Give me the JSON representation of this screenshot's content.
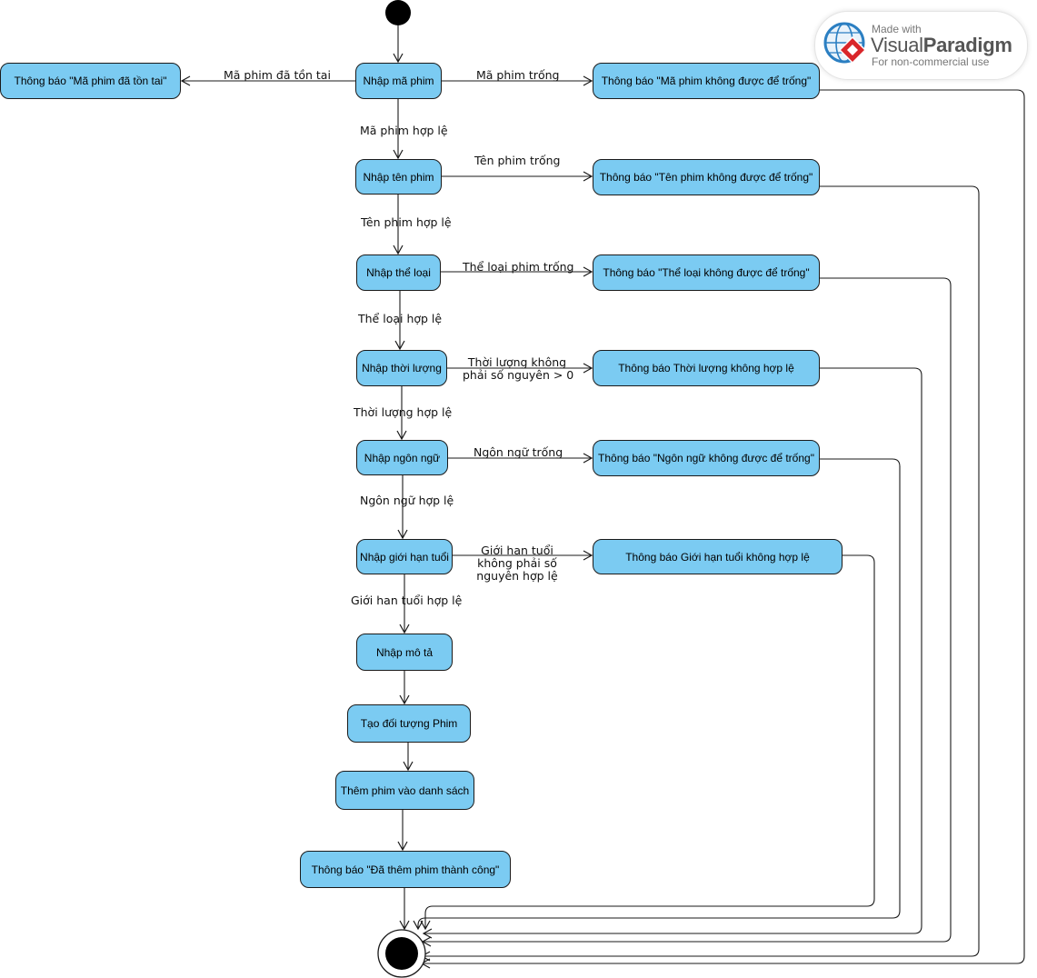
{
  "nodes": {
    "enter_id": "Nhập mã phim",
    "enter_name": "Nhập tên phim",
    "enter_genre": "Nhập thể loại",
    "enter_duration": "Nhập thời lượng",
    "enter_language": "Nhập ngôn ngữ",
    "enter_age_limit": "Nhập giới hạn tuổi",
    "enter_description": "Nhập mô tả",
    "create_object": "Tạo đối tượng Phim",
    "add_to_list": "Thêm phim vào danh sách",
    "notify_success": "Thông báo \"Đã thêm phim thành công\"",
    "notify_id_exists": "Thông báo \"Mã phim đã tồn tai\"",
    "notify_id_empty": "Thông báo \"Mã phim không được để trống\"",
    "notify_name_empty": "Thông báo \"Tên phim không được để trống\"",
    "notify_genre_empty": "Thông báo \"Thể loại không được để trống\"",
    "notify_duration_invalid": "Thông báo Thời lượng không hợp lệ",
    "notify_language_empty": "Thông báo \"Ngôn ngữ không được để trống\"",
    "notify_age_invalid": "Thông báo Giới hạn tuổi không hợp lệ"
  },
  "edges": {
    "id_exists": "Mã phim đã tồn tai",
    "id_empty": "Mã phim trống",
    "id_valid": "Mã phim hợp lệ",
    "name_empty": "Tên phim trống",
    "name_valid": "Tên phim hợp lệ",
    "genre_empty": "Thể loại phim trống",
    "genre_valid": "Thể loại hợp lệ",
    "duration_invalid_line1": "Thời lượng không",
    "duration_invalid_line2": "phải số nguyên > 0",
    "duration_valid": "Thời lượng hợp lệ",
    "language_empty": "Ngôn ngữ trống",
    "language_valid": "Ngôn ngữ hợp lệ",
    "age_invalid_line1": "Giới han tuổi",
    "age_invalid_line2": "không phải số",
    "age_invalid_line3": "nguyên hợp lệ",
    "age_valid": "Giới han tuổi hợp lệ"
  },
  "watermark": {
    "made_with": "Made with",
    "brand_part1": "Visual",
    "brand_part2": "Paradigm",
    "subtitle": "For non-commercial use"
  },
  "colors": {
    "node_fill": "#7bcbf2",
    "stroke": "#1a1a1a",
    "brand_red": "#d9262a",
    "brand_blue": "#2b7fc2"
  }
}
